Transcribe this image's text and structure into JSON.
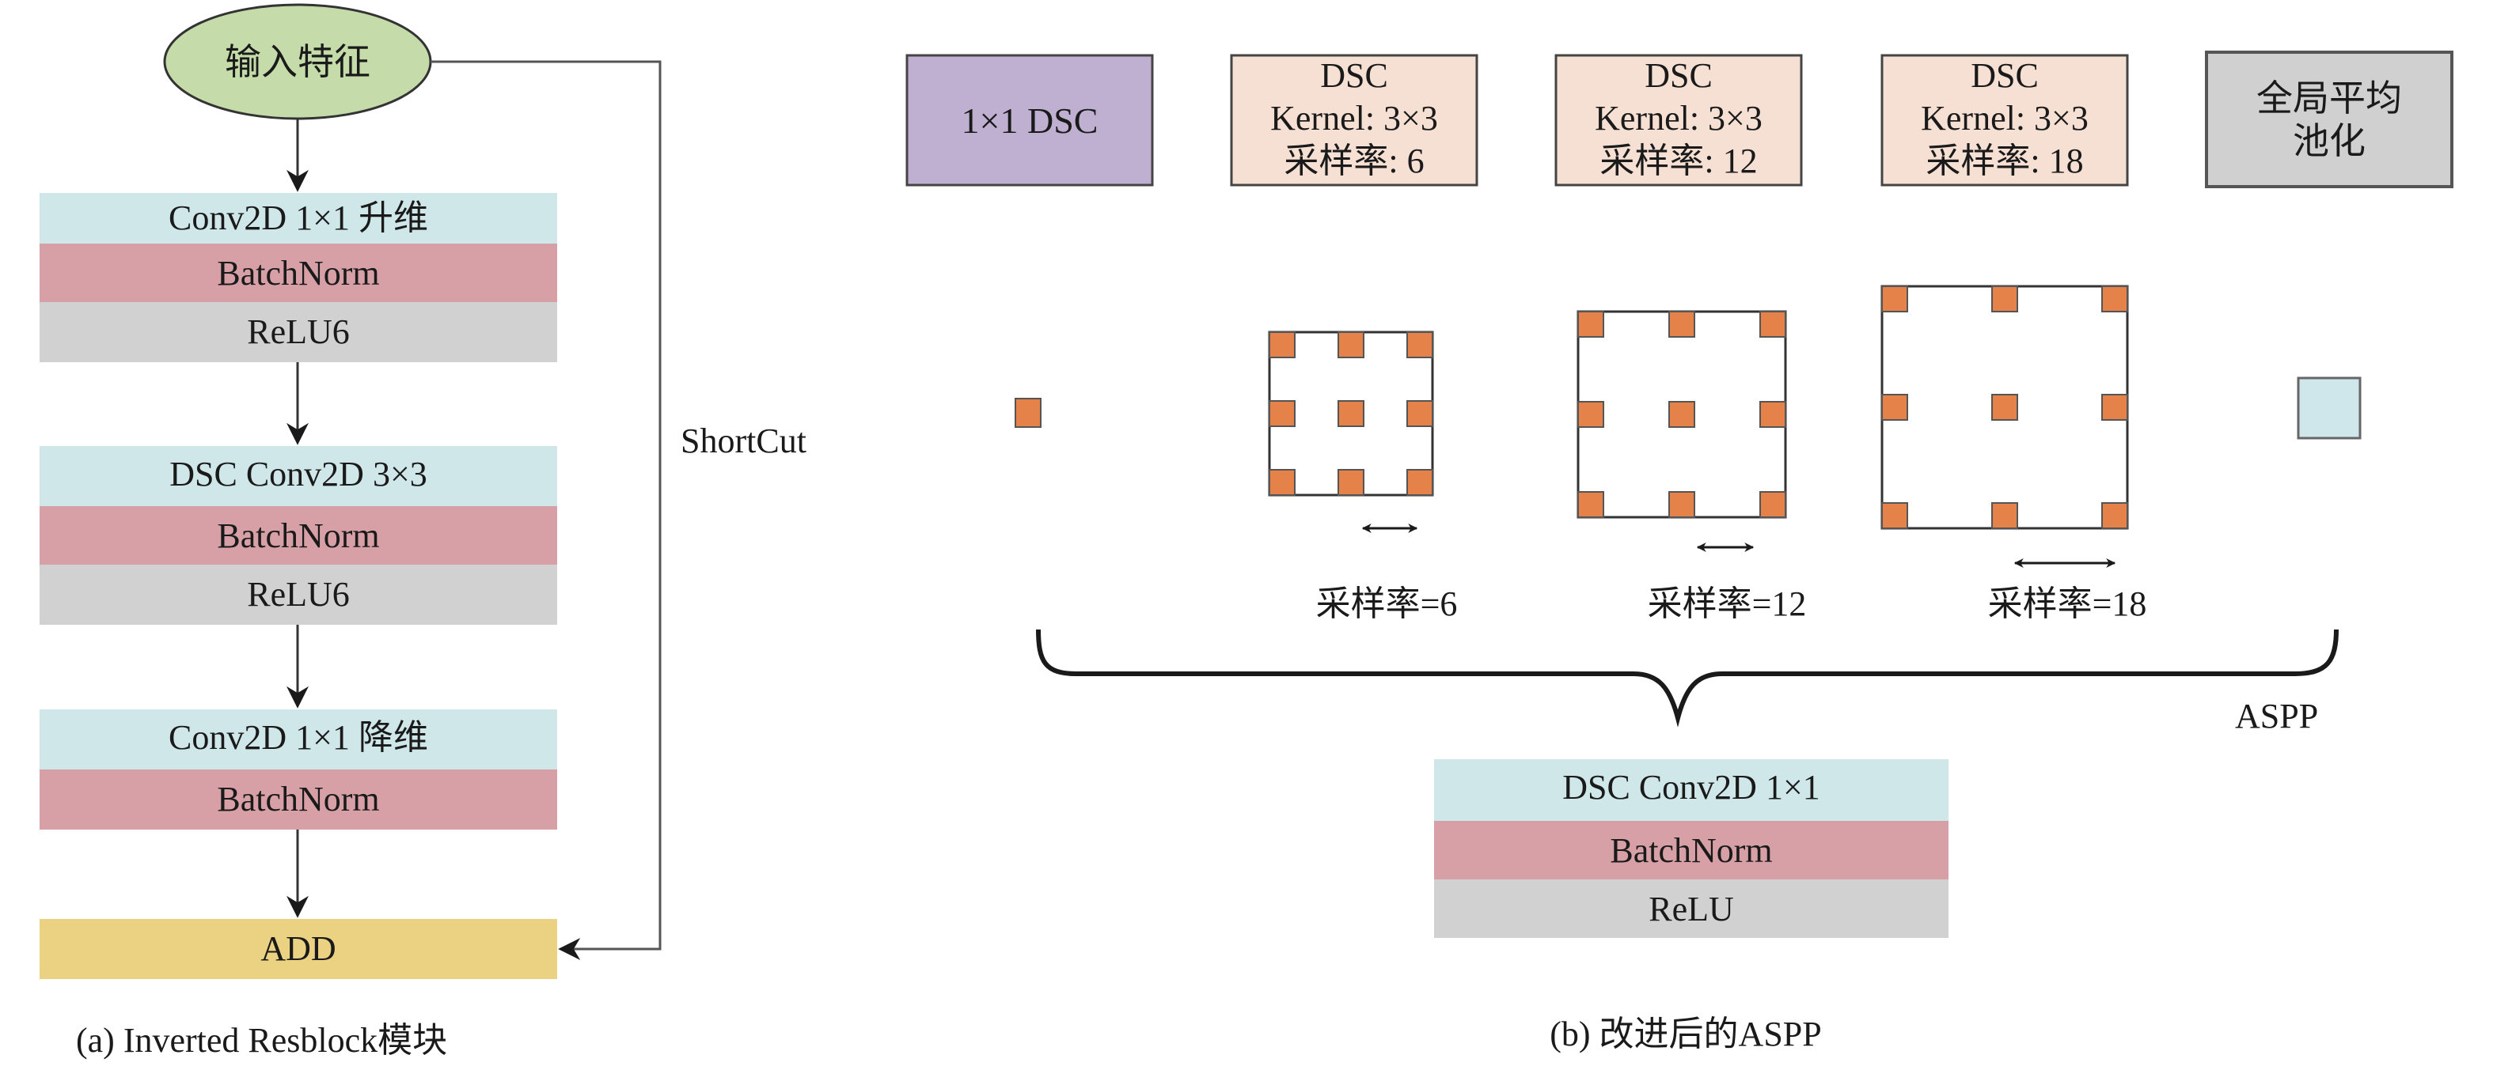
{
  "colors": {
    "input": "#c5dba9",
    "conv": "#d0e7ea",
    "batchnorm": "#d7a0a7",
    "relu": "#d1d1d1",
    "add": "#ebd282",
    "dsc1x1": "#bfb0d2",
    "dsc_atrous": "#f5e0d3",
    "gap": "#d0d0d0",
    "kernel_dot": "#e4824a",
    "gap_square": "#cfe7ea"
  },
  "left": {
    "input_label": "输入特征",
    "blocks": [
      {
        "layers": [
          "Conv2D 1×1 升维",
          "BatchNorm",
          "ReLU6"
        ]
      },
      {
        "layers": [
          "DSC Conv2D 3×3",
          "BatchNorm",
          "ReLU6"
        ]
      },
      {
        "layers": [
          "Conv2D 1×1 降维",
          "BatchNorm"
        ]
      }
    ],
    "add_label": "ADD",
    "shortcut_label": "ShortCut",
    "caption": "(a) Inverted Resblock模块"
  },
  "right": {
    "branches": [
      {
        "lines": [
          "1×1 DSC"
        ]
      },
      {
        "lines": [
          "DSC",
          "Kernel: 3×3",
          "采样率: 6"
        ]
      },
      {
        "lines": [
          "DSC",
          "Kernel: 3×3",
          "采样率: 12"
        ]
      },
      {
        "lines": [
          "DSC",
          "Kernel: 3×3",
          "采样率: 18"
        ]
      },
      {
        "lines": [
          "全局平均",
          "池化"
        ]
      }
    ],
    "rate_labels": [
      "采样率=6",
      "采样率=12",
      "采样率=18"
    ],
    "aspp_label": "ASPP",
    "output_layers": [
      "DSC Conv2D 1×1",
      "BatchNorm",
      "ReLU"
    ],
    "caption": "(b) 改进后的ASPP"
  }
}
